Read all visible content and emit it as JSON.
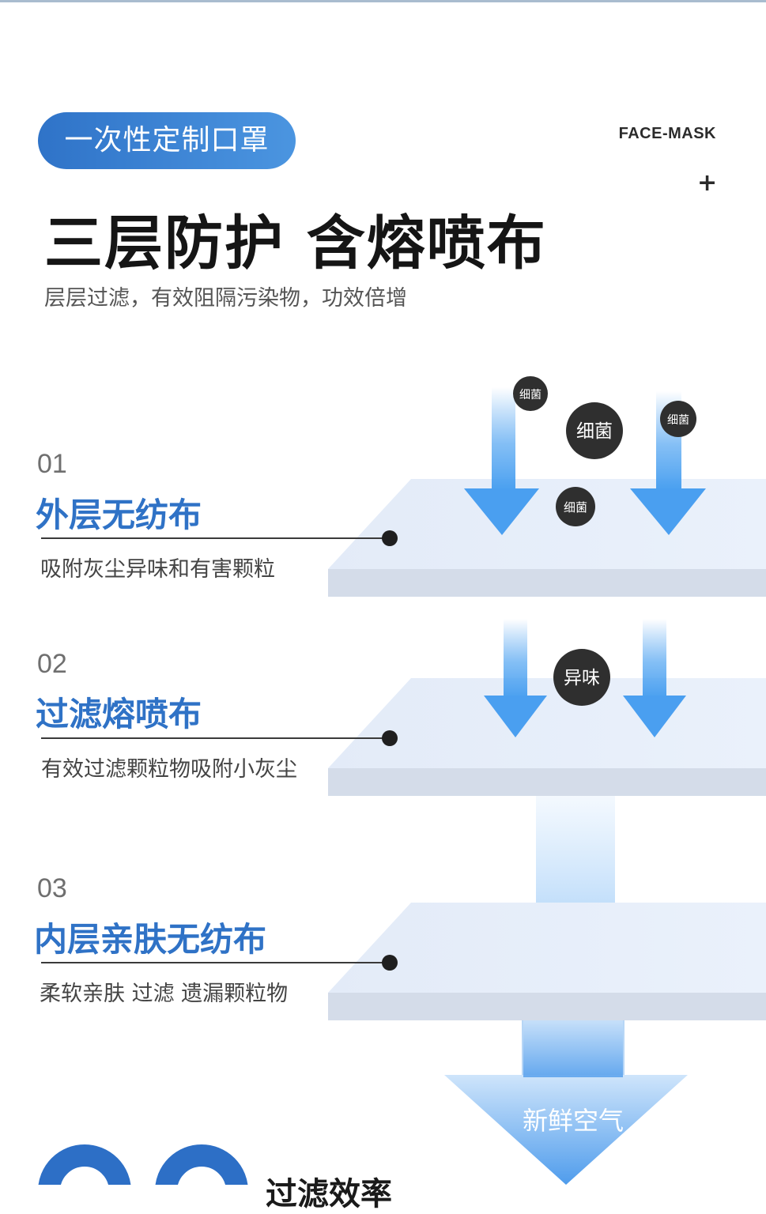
{
  "header": {
    "pill_label": "一次性定制口罩",
    "brand": "FACE-MASK",
    "plus": "+",
    "headline": "三层防护 含熔喷布",
    "subline": "层层过滤，有效阻隔污染物，功效倍增"
  },
  "layers": [
    {
      "num": "01",
      "title": "外层无纺布",
      "desc": "吸附灰尘异味和有害颗粒"
    },
    {
      "num": "02",
      "title": "过滤熔喷布",
      "desc": "有效过滤颗粒物吸附小灰尘"
    },
    {
      "num": "03",
      "title": "内层亲肤无纺布",
      "desc": "柔软亲肤 过滤 遗漏颗粒物"
    }
  ],
  "bubbles": {
    "bacteria": "细菌",
    "odor": "异味"
  },
  "fresh_air": "新鲜空气",
  "footer": {
    "partial_title": "过滤效率"
  },
  "colors": {
    "accent_blue": "#2f72c6",
    "pill_blue": "#3a84d6",
    "layer_top": "#e8effa",
    "layer_side": "#d3dbe8",
    "bubble_dark": "#2f2f2f"
  }
}
